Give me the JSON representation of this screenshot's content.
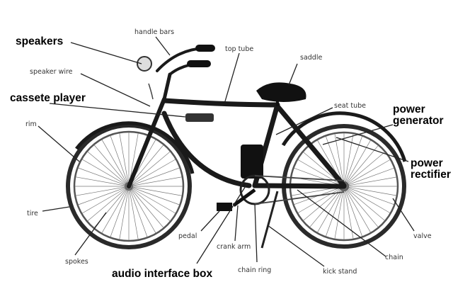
{
  "colors": {
    "frame": "#1a1a1a",
    "tire": "#2a2a2a",
    "leader": "#222222",
    "background": "#ffffff"
  },
  "labels": {
    "speakers": "speakers",
    "handle_bars": "handle bars",
    "top_tube": "top tube",
    "saddle": "saddle",
    "speaker_wire": "speaker wire",
    "cassete_player": "cassete player",
    "seat_tube": "seat tube",
    "power_generator_1": "power",
    "power_generator_2": "generator",
    "power_rectifier_1": "power",
    "power_rectifier_2": "rectifier",
    "rim": "rim",
    "tire": "tire",
    "spokes": "spokes",
    "pedal": "pedal",
    "crank_arm": "crank arm",
    "chain_ring": "chain ring",
    "kick_stand": "kick stand",
    "chain": "chain",
    "valve": "valve",
    "audio_interface_box": "audio interface box"
  }
}
